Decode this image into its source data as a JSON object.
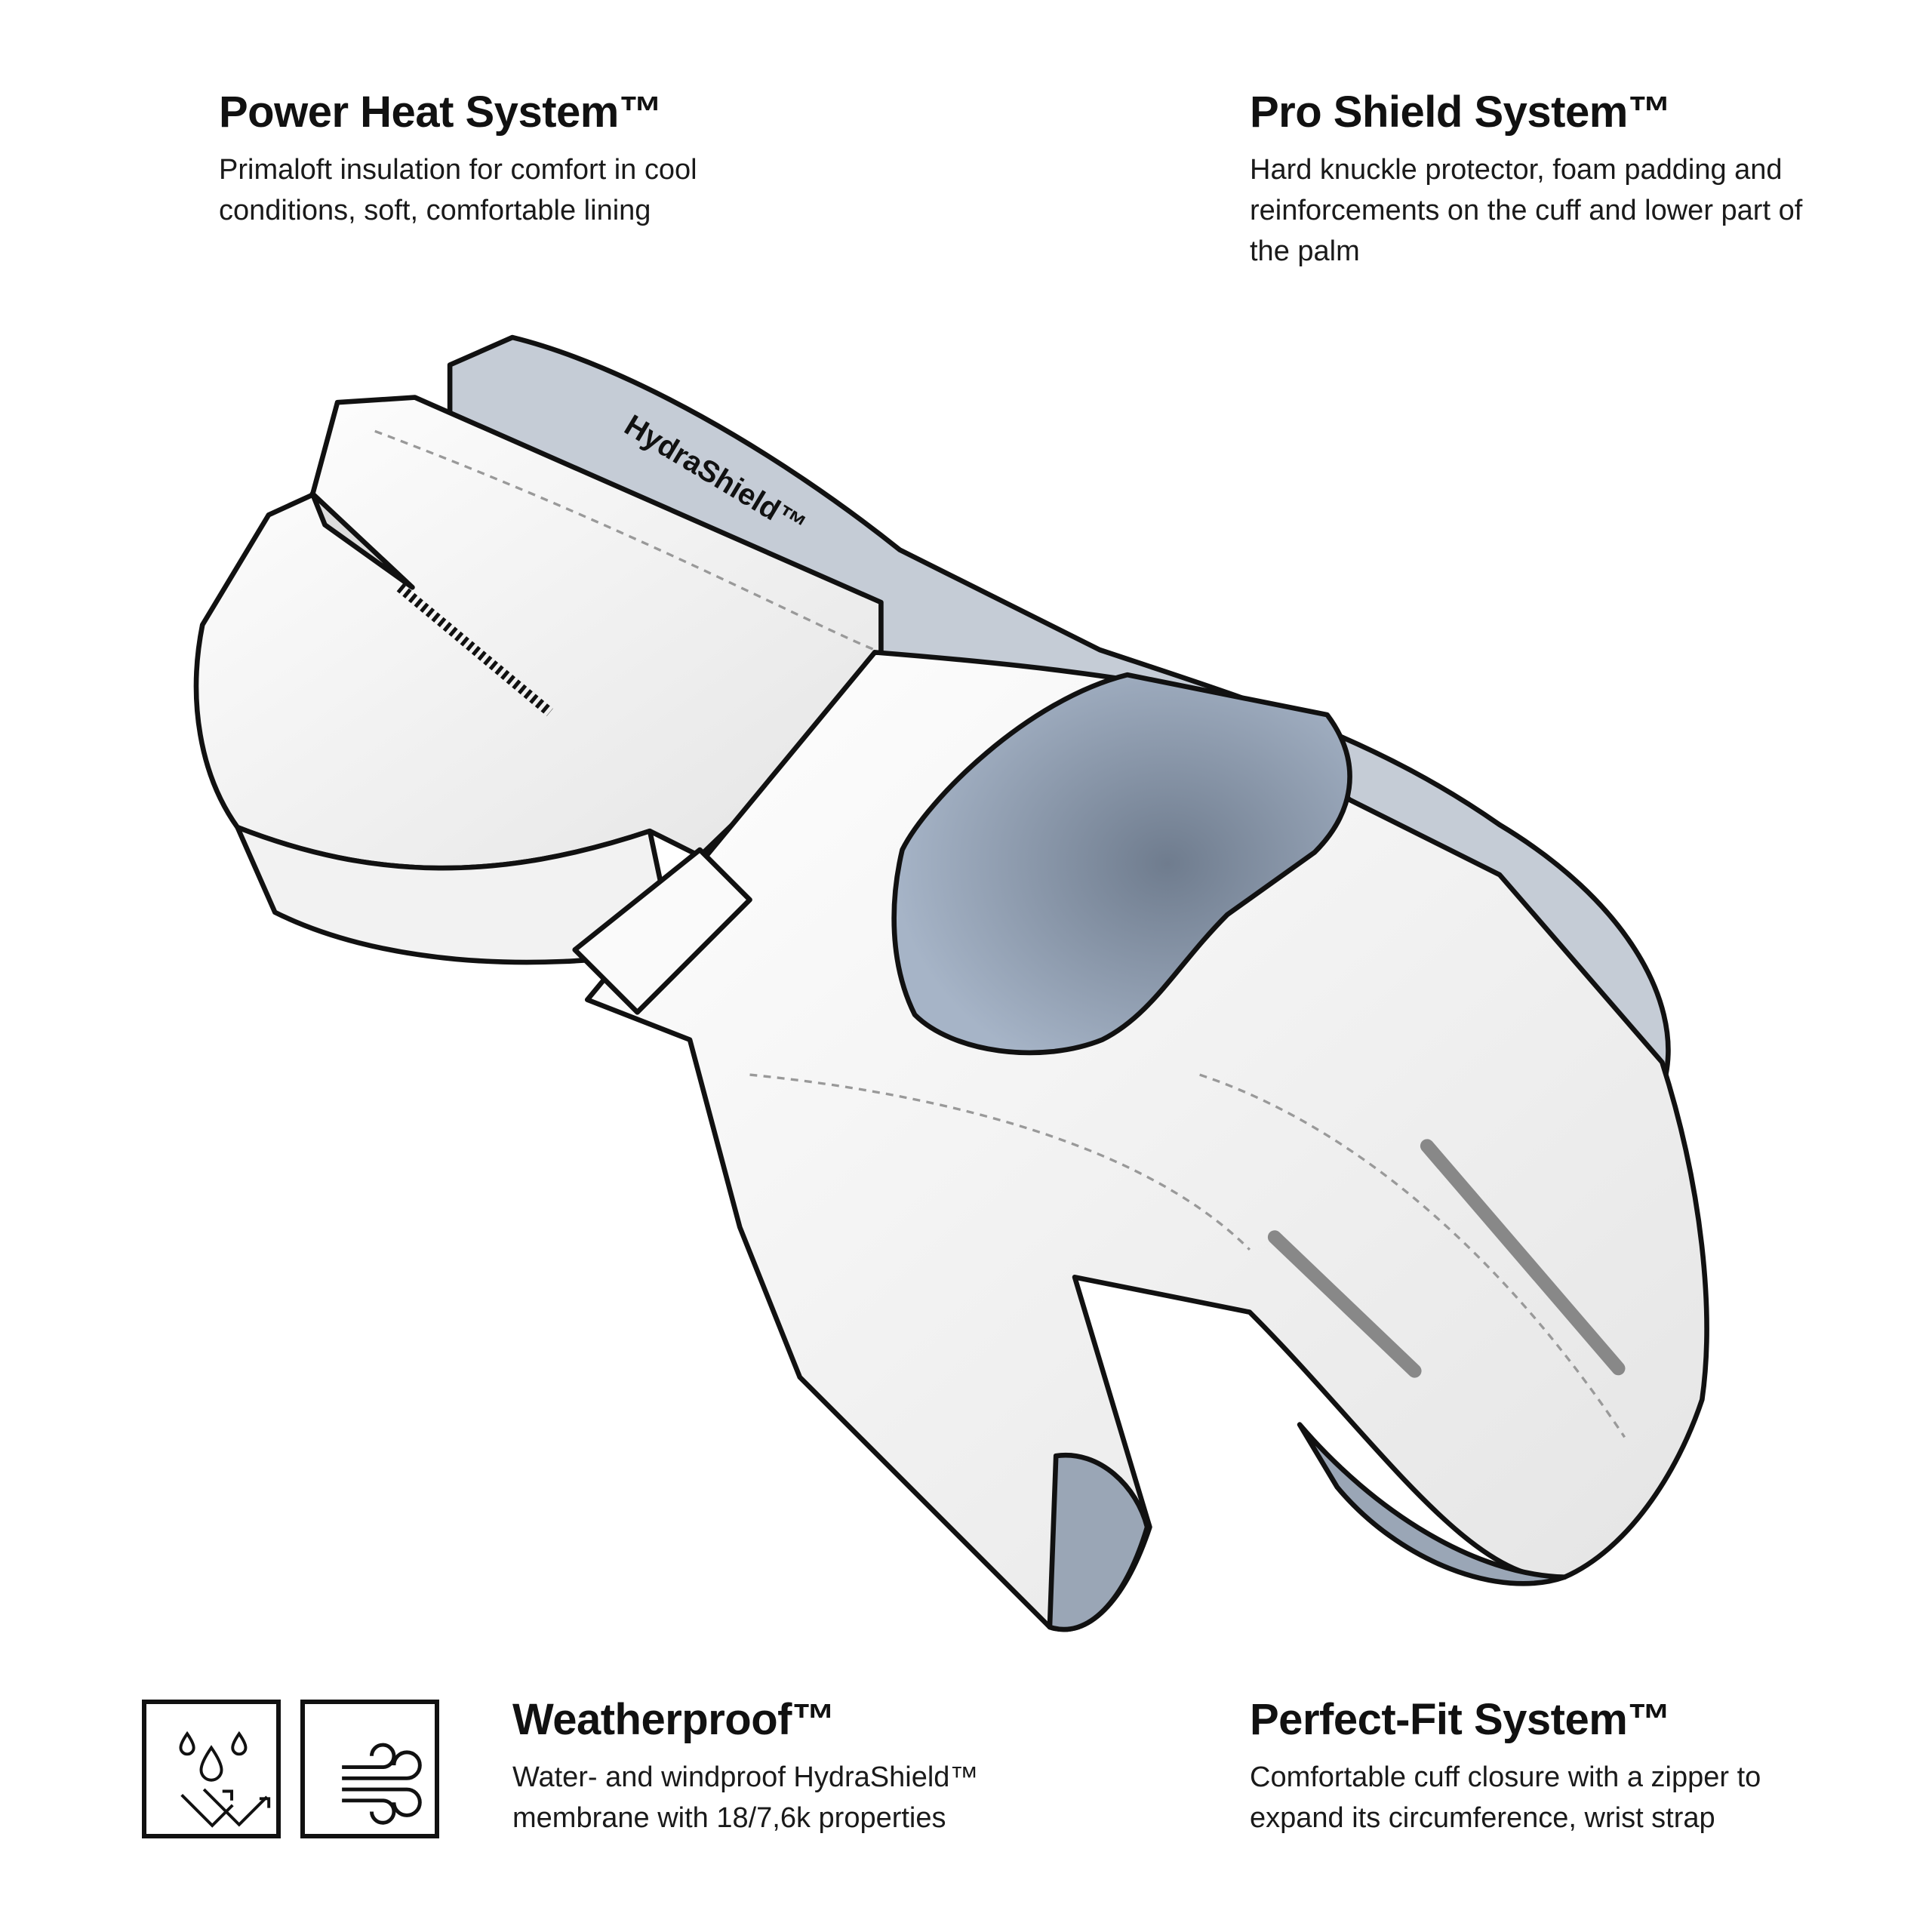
{
  "features": [
    {
      "title": "Power Heat System™",
      "text": "Primaloft insulation for comfort in cool conditions, soft, comfortable lining"
    },
    {
      "title": "Pro Shield System™",
      "text": "Hard knuckle protector, foam padding and reinforcements on the cuff and lower part of the palm"
    },
    {
      "title": "Weatherproof™",
      "text": "Water- and windproof HydraShield™ membrane with 18/7,6k properties"
    },
    {
      "title": "Perfect-Fit System™",
      "text": "Comfortable cuff closure with a zipper to expand its circumference, wrist strap"
    }
  ],
  "illustration": {
    "membrane_label": "HydraShield™"
  },
  "icons": [
    "waterproof-icon",
    "windproof-icon"
  ],
  "colors": {
    "membrane": "#c5ccd6",
    "protector": "#8e9cb1",
    "outline": "#111111",
    "reflective": "#888888"
  }
}
